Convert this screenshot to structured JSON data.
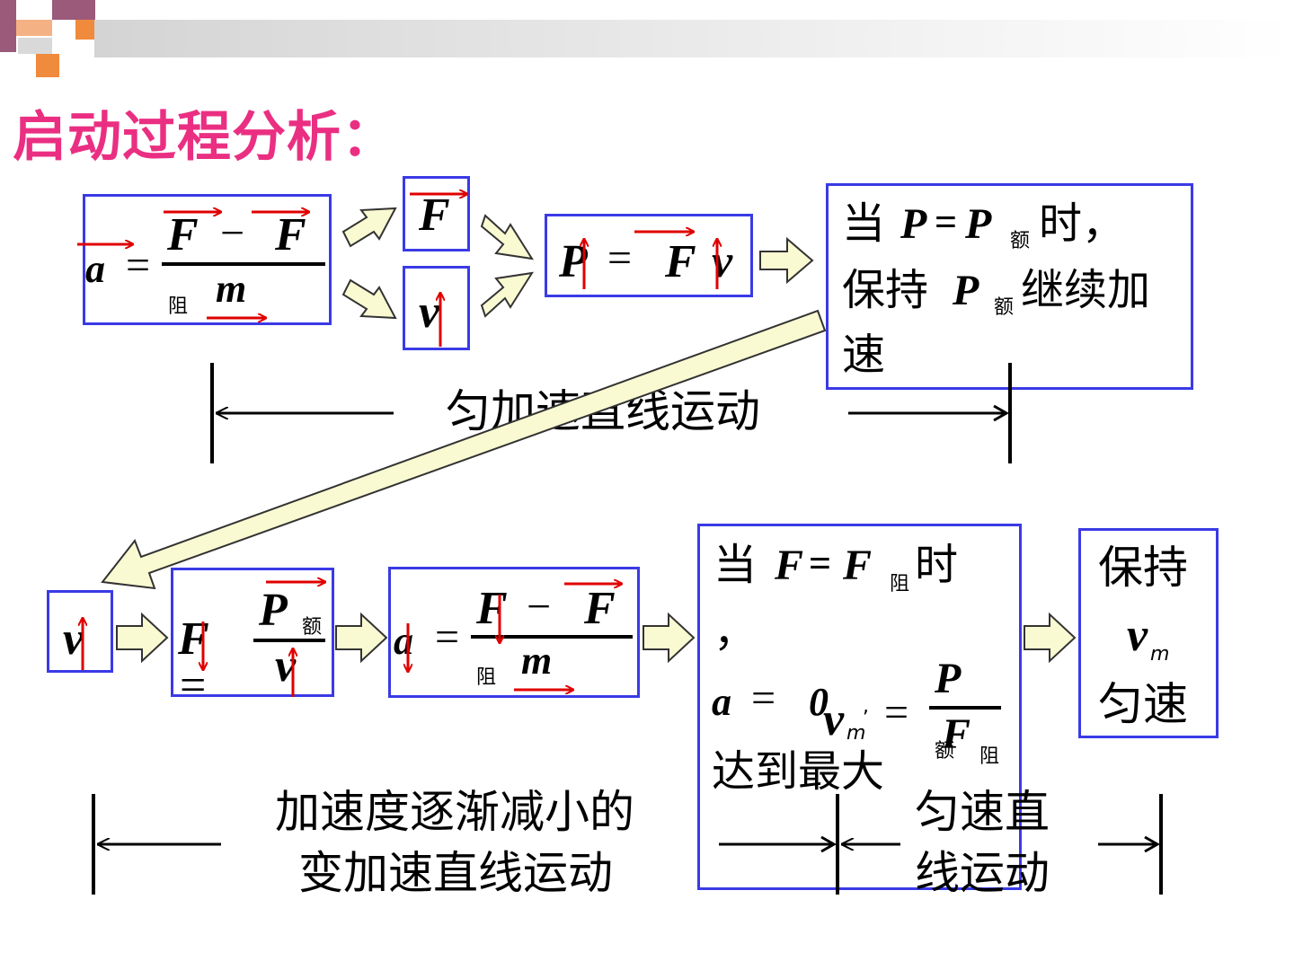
{
  "title": "启动过程分析：",
  "colors": {
    "title": "#ea2f82",
    "box_border": "#3a3ae6",
    "red_arrow": "#e00000",
    "block_arrow_fill": "#fafad2"
  },
  "symbols": {
    "a": "a",
    "F": "F",
    "m": "m",
    "v": "v",
    "P": "P",
    "vm": "v",
    "zero": "0",
    "eq": "=",
    "minus": "−",
    "zu": "阻",
    "e": "额",
    "m_sub": "m",
    "comma": ","
  },
  "stage1": {
    "phase_label": "匀加速直线运动",
    "status_line1_pre": "当",
    "status_line1_eq": "=",
    "status_line1_post": "时，",
    "status_line2_pre": "保持",
    "status_line2_post": "继续加",
    "status_line3": "速"
  },
  "stage2": {
    "status_line1_pre": "当",
    "status_line1_eq": "=",
    "status_line1_post": "时",
    "status_line2": "，",
    "status_line4": "达到最大",
    "keep_line1": "保持",
    "keep_line3": "匀速",
    "phase_label_line1": "加速度逐渐减小的",
    "phase_label_line2": "变加速直线运动",
    "uniform_label_line1": "匀速直",
    "uniform_label_line2": "线运动"
  }
}
